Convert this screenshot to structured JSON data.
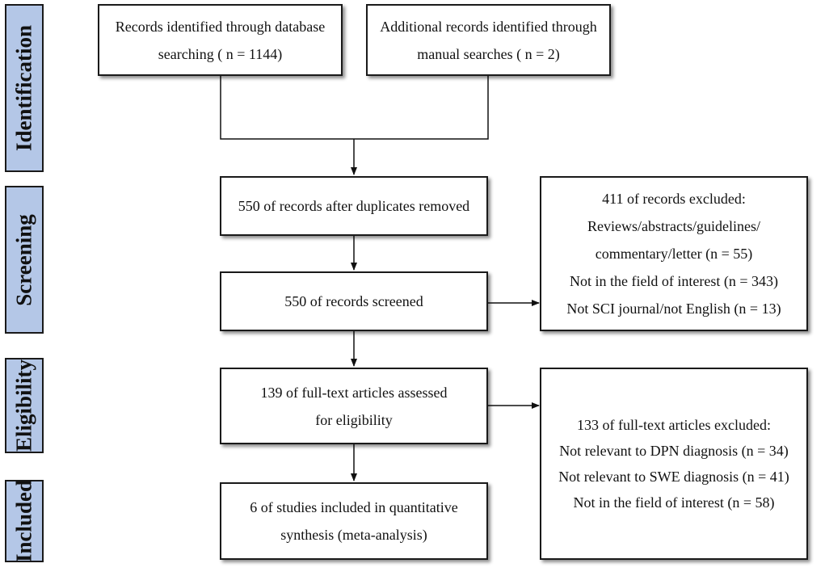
{
  "stages": [
    {
      "id": "identification",
      "label": "Identification"
    },
    {
      "id": "screening",
      "label": "Screening"
    },
    {
      "id": "eligibility",
      "label": "Eligibility"
    },
    {
      "id": "included",
      "label": "Included"
    }
  ],
  "boxes": {
    "database": [
      "Records identified through database",
      "searching ( n = 1144)"
    ],
    "manual": [
      "Additional records identified through",
      "manual searches ( n = 2)"
    ],
    "deduplicated": [
      "550 of records after duplicates removed"
    ],
    "screened": [
      "550 of records screened"
    ],
    "excluded_screening": [
      "411 of records excluded:",
      "Reviews/abstracts/guidelines/",
      "commentary/letter (n = 55)",
      "Not in the field of interest (n = 343)",
      "Not SCI journal/not English (n = 13)"
    ],
    "fulltext": [
      "139 of full-text articles assessed",
      "for eligibility"
    ],
    "excluded_fulltext": [
      "133 of full-text articles excluded:",
      "Not relevant to DPN diagnosis (n = 34)",
      "Not relevant to SWE diagnosis (n = 41)",
      "Not in the field of interest (n = 58)"
    ],
    "included": [
      "6 of studies included in quantitative",
      "synthesis (meta-analysis)"
    ]
  }
}
